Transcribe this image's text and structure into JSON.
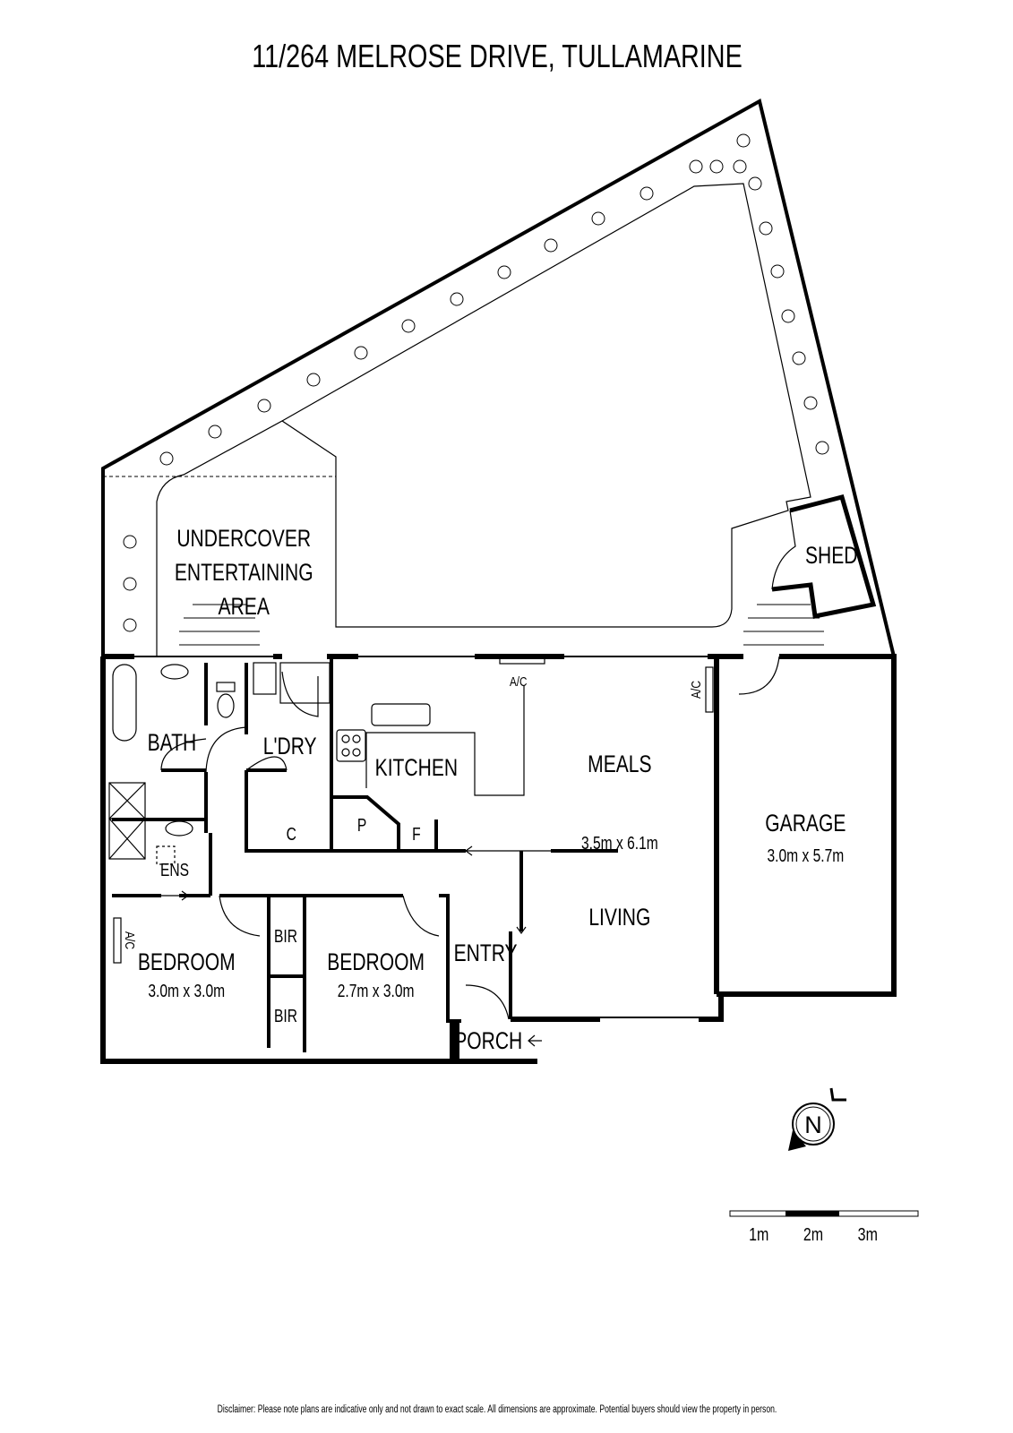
{
  "title": "11/264 MELROSE DRIVE, TULLAMARINE",
  "rooms": {
    "undercover": [
      "UNDERCOVER",
      "ENTERTAINING",
      "AREA"
    ],
    "shed": "SHED",
    "bath": "BATH",
    "laundry": "L'DRY",
    "kitchen": "KITCHEN",
    "meals": "MEALS",
    "meals_living_dims": "3.5m x 6.1m",
    "living": "LIVING",
    "garage": "GARAGE",
    "garage_dims": "3.0m x 5.7m",
    "ens": "ENS",
    "bedroom1": "BEDROOM",
    "bedroom1_dims": "3.0m x 3.0m",
    "bedroom2": "BEDROOM",
    "bedroom2_dims": "2.7m x 3.0m",
    "bir1": "BIR",
    "bir2": "BIR",
    "entry": "ENTRY",
    "porch": "PORCH",
    "cupboard": "C",
    "pantry": "P",
    "fridge": "F",
    "ac1": "A/C",
    "ac2": "A/C",
    "ac3": "A/C"
  },
  "compass": "N",
  "scale": {
    "labels": [
      "1m",
      "2m",
      "3m"
    ]
  },
  "disclaimer": "Disclaimer: Please note plans are indicative only and not drawn to exact scale. All dimensions are approximate. Potential buyers should view the property in person."
}
